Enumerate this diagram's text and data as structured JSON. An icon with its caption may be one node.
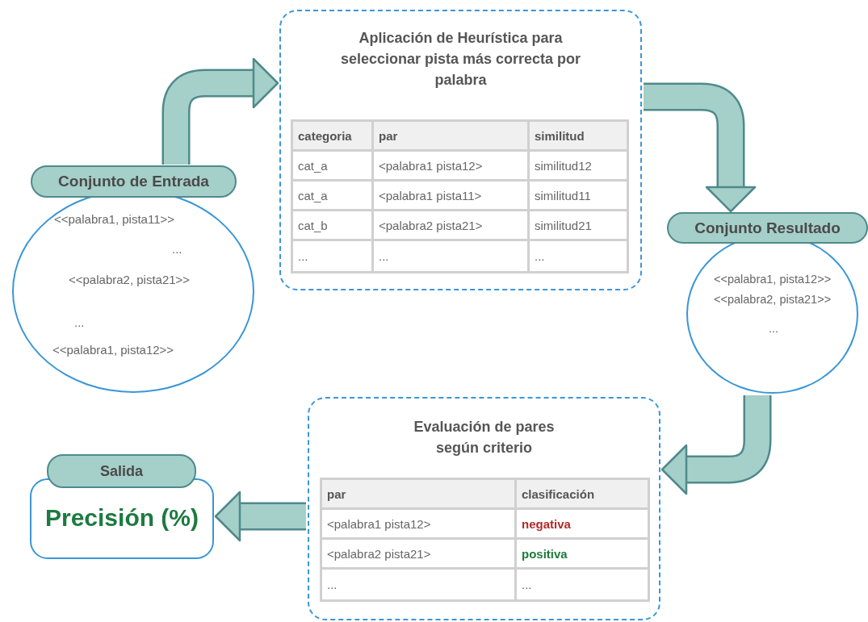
{
  "diagram": {
    "nodes": [
      {
        "text": [
          "Conjunto de Entrada",
          "<<palabra1, pista11>>",
          "...",
          "<<palabra2, pista21>>",
          "...",
          "<<palabra1, pista12>>"
        ]
      },
      {
        "text": [
          "Aplicación de Heurística para seleccionar pista más correcta por palabra"
        ]
      },
      {
        "text": [
          "Conjunto Resultado",
          "<<palabra1, pista12>>",
          "<<palabra2, pista21>>",
          "..."
        ]
      },
      {
        "text": [
          "Evaluación de pares según criterio"
        ]
      },
      {
        "text": [
          "Salida",
          "Precisión (%)"
        ]
      }
    ],
    "edges": [
      {
        "from": 0,
        "to": 1,
        "arrow": "to"
      },
      {
        "from": 1,
        "to": 2,
        "arrow": "to"
      },
      {
        "from": 2,
        "to": 3,
        "arrow": "to"
      },
      {
        "from": 3,
        "to": 4,
        "arrow": "to"
      }
    ],
    "labels": [
      "categoria",
      "par",
      "similitud",
      "cat_a",
      "<palabra1 pista12>",
      "similitud12",
      "cat_a",
      "<palabra1 pista11>",
      "similitud11",
      "cat_b",
      "<palabra2 pista21>",
      "similitud21",
      "...",
      "...",
      "...",
      "par",
      "clasificación",
      "<palabra1 pista12>",
      "negativa",
      "<palabra2 pista21>",
      "positiva",
      "...",
      "..."
    ]
  }
}
